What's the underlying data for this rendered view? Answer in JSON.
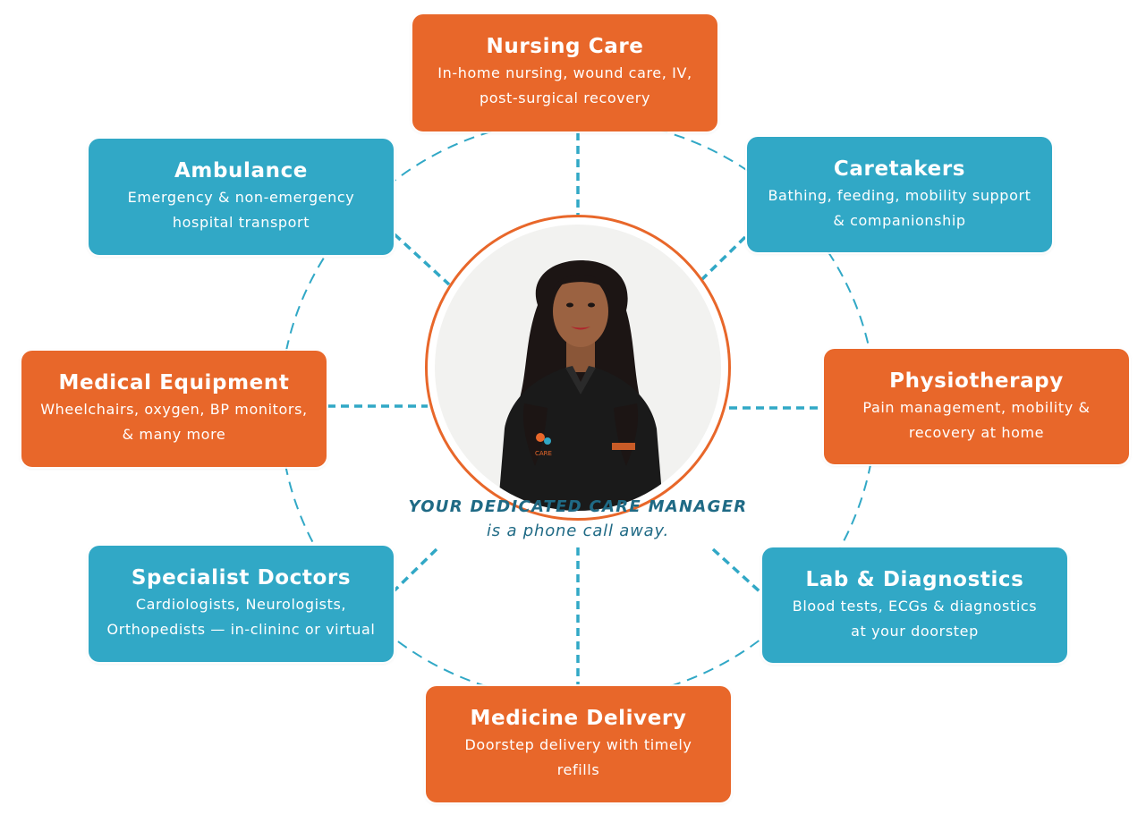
{
  "hub": {
    "caption_line1": "YOUR DEDICATED CARE MANAGER",
    "caption_line2": "is a phone call away.",
    "shirt_brand": "CARE"
  },
  "services": {
    "nursing": {
      "title": "Nursing Care",
      "line1": "In-home nursing, wound care, IV,",
      "line2": "post-surgical recovery"
    },
    "caretakers": {
      "title": "Caretakers",
      "line1": "Bathing, feeding, mobility support",
      "line2": "& companionship"
    },
    "physiotherapy": {
      "title": "Physiotherapy",
      "line1": "Pain management, mobility &",
      "line2": "recovery at home"
    },
    "lab": {
      "title": "Lab & Diagnostics",
      "line1": "Blood tests, ECGs & diagnostics",
      "line2": "at your doorstep"
    },
    "medicine": {
      "title": "Medicine Delivery",
      "line1": "Doorstep delivery with timely",
      "line2": "refills"
    },
    "specialist": {
      "title": "Specialist Doctors",
      "line1": "Cardiologists, Neurologists,",
      "line2": "Orthopedists — in-clininc or virtual"
    },
    "equipment": {
      "title": "Medical Equipment",
      "line1": "Wheelchairs, oxygen, BP monitors,",
      "line2": "& many more"
    },
    "ambulance": {
      "title": "Ambulance",
      "line1": "Emergency & non-emergency",
      "line2": "hospital transport"
    }
  },
  "colors": {
    "orange": "#e8672a",
    "teal": "#31a8c6",
    "caption": "#1f6a85",
    "connector": "#31a8c6"
  }
}
